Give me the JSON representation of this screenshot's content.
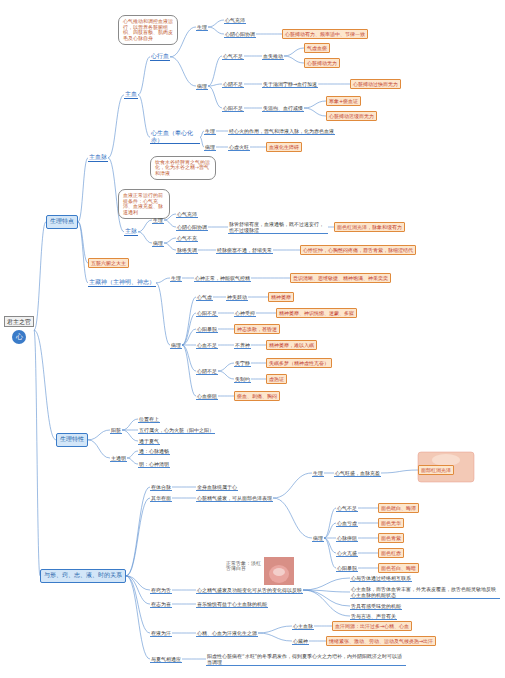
{
  "diagram": {
    "nodes": [
      {
        "text": [
          "君主之官",
          "心"
        ]
      },
      {
        "text": [
          "生理特点"
        ]
      },
      {
        "text": [
          "主血脉"
        ]
      },
      {
        "text": [
          "主血"
        ]
      },
      {
        "text": [
          "心气推动和调控血液运行，以营养各脏腑组织、四肢百骸、肌肉皮毛及心脉自身"
        ]
      },
      {
        "text": [
          "心行血"
        ]
      },
      {
        "text": [
          "生理"
        ]
      },
      {
        "text": [
          "心气充沛"
        ]
      },
      {
        "text": [
          "心阴心阳协调"
        ]
      },
      {
        "text": [
          "心脏搏动有力、频率适中、节律一致"
        ]
      },
      {
        "text": [
          "病理"
        ]
      },
      {
        "text": [
          "心气不足"
        ]
      },
      {
        "text": [
          "血失推动"
        ]
      },
      {
        "text": [
          "气虚血瘀"
        ]
      },
      {
        "text": [
          "心脏搏动无力"
        ]
      },
      {
        "text": [
          "心阴不足"
        ]
      },
      {
        "text": [
          "失于滋润宁静→血行加速"
        ]
      },
      {
        "text": [
          "心脏搏动过快而无力"
        ]
      },
      {
        "text": [
          "心阳不足"
        ]
      },
      {
        "text": [
          "失温煦、血行减慢"
        ]
      },
      {
        "text": [
          "寒象+瘀血证"
        ]
      },
      {
        "text": [
          "心脏搏动迟缓而无力"
        ]
      },
      {
        "text": [
          "心生血（奉心化赤）"
        ]
      },
      {
        "text": [
          "生理"
        ]
      },
      {
        "text": [
          "经心火的作用，营气和津液入脉，化为赤色血液"
        ]
      },
      {
        "text": [
          "病理"
        ]
      },
      {
        "text": [
          "心虚火旺"
        ]
      },
      {
        "text": [
          "血液化生障碍"
        ]
      },
      {
        "text": [
          "饮食水谷经脾胃之气的运化，化为水谷之精→营气和津液"
        ]
      },
      {
        "text": [
          "主脉"
        ]
      },
      {
        "text": [
          "血液正常运行的前提条件：心气充沛、血液充盈、脉道通利"
        ]
      },
      {
        "text": [
          "生理"
        ]
      },
      {
        "text": [
          "心气充沛"
        ]
      },
      {
        "text": [
          "心阴心阳协调"
        ]
      },
      {
        "text": [
          "脉管舒缩有度，血液通畅，既不过速妄行，也不过缓脉涩"
        ]
      },
      {
        "text": [
          "面色红润光泽，脉象和缓有力"
        ]
      },
      {
        "text": [
          "病理"
        ]
      },
      {
        "text": [
          "心气不充"
        ]
      },
      {
        "text": [
          "脉络失调"
        ]
      },
      {
        "text": [
          "经脉瘀塞不通，舒缩失常"
        ]
      },
      {
        "text": [
          "心悸怔忡，心胸憋闷疼痛，唇舌青紫，脉细涩结代"
        ]
      },
      {
        "text": [
          "五脏六腑之大主"
        ]
      },
      {
        "text": [
          "主藏神（主神明、神志）"
        ]
      },
      {
        "text": [
          "生理"
        ]
      },
      {
        "text": [
          "心神正常，神能驭气控精"
        ]
      },
      {
        "text": [
          "意识清晰、思维敏捷、精神饱满、神采奕奕"
        ]
      },
      {
        "text": [
          "病理"
        ]
      },
      {
        "text": [
          "心气虚"
        ]
      },
      {
        "text": [
          "神失鼓动"
        ]
      },
      {
        "text": [
          "精神萎靡"
        ]
      },
      {
        "text": [
          "心阳不足"
        ]
      },
      {
        "text": [
          "心神受抑"
        ]
      },
      {
        "text": [
          "精神萎靡、神识恍惚、迷蒙、多寐"
        ]
      },
      {
        "text": [
          "心阳暴脱"
        ]
      },
      {
        "text": [
          "神志涣散，甚昏迷"
        ]
      },
      {
        "text": [
          "心血不足"
        ]
      },
      {
        "text": [
          "不养神"
        ]
      },
      {
        "text": [
          "精神萎靡，难以入眠"
        ]
      },
      {
        "text": [
          "心阴不足"
        ]
      },
      {
        "text": [
          "失宁静"
        ]
      },
      {
        "text": [
          "失眠多梦（精神虚性亢奋）"
        ]
      },
      {
        "text": [
          "失制约"
        ]
      },
      {
        "text": [
          "虚热证"
        ]
      },
      {
        "text": [
          "心血瘀阻"
        ]
      },
      {
        "text": [
          "瘀血、刺痛、胸闷"
        ]
      },
      {
        "text": [
          "生理特性"
        ]
      },
      {
        "text": [
          "阳脏"
        ]
      },
      {
        "text": [
          "位置在上"
        ]
      },
      {
        "text": [
          "五行属火，心为火脏（阳中之阳）"
        ]
      },
      {
        "text": [
          "通于夏气"
        ]
      },
      {
        "text": [
          "主通明"
        ]
      },
      {
        "text": [
          "通：心脉通畅"
        ]
      },
      {
        "text": [
          "明：心神清明"
        ]
      },
      {
        "text": [
          "与形、窍、志、液、时的关系"
        ]
      },
      {
        "text": [
          "在体合脉"
        ]
      },
      {
        "text": [
          "全身血脉统属于心"
        ]
      },
      {
        "text": [
          "其华在面"
        ]
      },
      {
        "text": [
          "心脏精气盛衰，可从面部色泽表现"
        ]
      },
      {
        "text": [
          "生理"
        ]
      },
      {
        "text": [
          "心气旺盛，血脉充盈"
        ]
      },
      {
        "text": [
          "面部红润光泽"
        ]
      },
      {
        "text": [
          "病理"
        ]
      },
      {
        "text": [
          "心气不足"
        ]
      },
      {
        "text": [
          "面色㿠白、晦滞"
        ]
      },
      {
        "text": [
          "心血亏虚"
        ]
      },
      {
        "text": [
          "面色无华"
        ]
      },
      {
        "text": [
          "心脉痹阻"
        ]
      },
      {
        "text": [
          "面色青紫"
        ]
      },
      {
        "text": [
          "心火亢盛"
        ]
      },
      {
        "text": [
          "面色红赤"
        ]
      },
      {
        "text": [
          "心阳暴脱"
        ]
      },
      {
        "text": [
          "面色苍白、晦暗"
        ]
      },
      {
        "text": [
          "在窍为舌"
        ]
      },
      {
        "text": [
          "心之精气盛衰及功能变化可从舌的变化得以反映"
        ]
      },
      {
        "text": [
          "心与舌体通过经络相互联系"
        ]
      },
      {
        "text": [
          "心主血脉，而舌体血管丰富，外无表皮覆盖，故舌色能灵敏地反映心主血脉的机能状态"
        ]
      },
      {
        "text": [
          "舌具有感受味觉的机能"
        ]
      },
      {
        "text": [
          "舌与言语、声音有关"
        ]
      },
      {
        "text": [
          "在志为喜"
        ]
      },
      {
        "text": [
          "喜乐愉悦有益于心主血脉的机能"
        ]
      },
      {
        "text": [
          "在液为汗"
        ]
      },
      {
        "text": [
          "心精、心血为汗液化生之源"
        ]
      },
      {
        "text": [
          "心主血脉"
        ]
      },
      {
        "text": [
          "血汗同源：出汗过多→心精、心血"
        ]
      },
      {
        "text": [
          "心藏神"
        ]
      },
      {
        "text": [
          "情绪紧张、激动、劳动、运动及气候炎热→出汗"
        ]
      },
      {
        "text": [
          "与夏气相通应"
        ]
      },
      {
        "text": [
          "阳虚性心脏病在“水旺”的冬季易发作，得到夏季心火之力增补，内外阴阳既济之时可以适当调理"
        ]
      }
    ],
    "edges": [
      {
        "from": 0,
        "to": 1,
        "arrow": "none"
      },
      {
        "from": 1,
        "to": 2,
        "arrow": "none"
      },
      {
        "from": 2,
        "to": 3,
        "arrow": "none"
      },
      {
        "from": 3,
        "to": 5,
        "arrow": "none"
      },
      {
        "from": 5,
        "to": 6,
        "arrow": "none"
      },
      {
        "from": 6,
        "to": 7,
        "arrow": "none"
      },
      {
        "from": 6,
        "to": 8,
        "arrow": "none"
      },
      {
        "from": 8,
        "to": 9,
        "arrow": "none"
      },
      {
        "from": 5,
        "to": 10,
        "arrow": "none"
      },
      {
        "from": 10,
        "to": 11,
        "arrow": "none"
      },
      {
        "from": 11,
        "to": 12,
        "arrow": "none"
      },
      {
        "from": 12,
        "to": 13,
        "arrow": "none"
      },
      {
        "from": 12,
        "to": 14,
        "arrow": "none"
      },
      {
        "from": 10,
        "to": 15,
        "arrow": "none"
      },
      {
        "from": 15,
        "to": 16,
        "arrow": "none"
      },
      {
        "from": 16,
        "to": 17,
        "arrow": "none"
      },
      {
        "from": 10,
        "to": 18,
        "arrow": "none"
      },
      {
        "from": 18,
        "to": 19,
        "arrow": "none"
      },
      {
        "from": 19,
        "to": 20,
        "arrow": "none"
      },
      {
        "from": 19,
        "to": 21,
        "arrow": "none"
      },
      {
        "from": 3,
        "to": 22,
        "arrow": "none"
      },
      {
        "from": 22,
        "to": 23,
        "arrow": "none"
      },
      {
        "from": 23,
        "to": 24,
        "arrow": "none"
      },
      {
        "from": 22,
        "to": 25,
        "arrow": "none"
      },
      {
        "from": 25,
        "to": 26,
        "arrow": "none"
      },
      {
        "from": 26,
        "to": 27,
        "arrow": "none"
      },
      {
        "from": 2,
        "to": 29,
        "arrow": "none"
      },
      {
        "from": 29,
        "to": 31,
        "arrow": "none"
      },
      {
        "from": 31,
        "to": 32,
        "arrow": "none"
      },
      {
        "from": 31,
        "to": 33,
        "arrow": "none"
      },
      {
        "from": 33,
        "to": 34,
        "arrow": "none"
      },
      {
        "from": 34,
        "to": 35,
        "arrow": "none"
      },
      {
        "from": 29,
        "to": 36,
        "arrow": "none"
      },
      {
        "from": 36,
        "to": 37,
        "arrow": "none"
      },
      {
        "from": 36,
        "to": 38,
        "arrow": "none"
      },
      {
        "from": 38,
        "to": 39,
        "arrow": "none"
      },
      {
        "from": 39,
        "to": 40,
        "arrow": "none"
      },
      {
        "from": 1,
        "to": 41,
        "arrow": "none"
      },
      {
        "from": 1,
        "to": 42,
        "arrow": "none"
      },
      {
        "from": 42,
        "to": 43,
        "arrow": "none"
      },
      {
        "from": 43,
        "to": 44,
        "arrow": "none"
      },
      {
        "from": 44,
        "to": 45,
        "arrow": "none"
      },
      {
        "from": 42,
        "to": 46,
        "arrow": "none"
      },
      {
        "from": 46,
        "to": 47,
        "arrow": "none"
      },
      {
        "from": 47,
        "to": 48,
        "arrow": "none"
      },
      {
        "from": 48,
        "to": 49,
        "arrow": "none"
      },
      {
        "from": 46,
        "to": 50,
        "arrow": "none"
      },
      {
        "from": 50,
        "to": 51,
        "arrow": "none"
      },
      {
        "from": 51,
        "to": 52,
        "arrow": "none"
      },
      {
        "from": 46,
        "to": 53,
        "arrow": "none"
      },
      {
        "from": 53,
        "to": 54,
        "arrow": "none"
      },
      {
        "from": 46,
        "to": 55,
        "arrow": "none"
      },
      {
        "from": 55,
        "to": 56,
        "arrow": "none"
      },
      {
        "from": 56,
        "to": 57,
        "arrow": "none"
      },
      {
        "from": 46,
        "to": 58,
        "arrow": "none"
      },
      {
        "from": 58,
        "to": 59,
        "arrow": "none"
      },
      {
        "from": 59,
        "to": 60,
        "arrow": "none"
      },
      {
        "from": 58,
        "to": 61,
        "arrow": "none"
      },
      {
        "from": 61,
        "to": 62,
        "arrow": "none"
      },
      {
        "from": 46,
        "to": 63,
        "arrow": "none"
      },
      {
        "from": 63,
        "to": 64,
        "arrow": "none"
      },
      {
        "from": 0,
        "to": 65,
        "arrow": "none"
      },
      {
        "from": 65,
        "to": 66,
        "arrow": "none"
      },
      {
        "from": 66,
        "to": 67,
        "arrow": "none"
      },
      {
        "from": 66,
        "to": 68,
        "arrow": "none"
      },
      {
        "from": 66,
        "to": 69,
        "arrow": "none"
      },
      {
        "from": 65,
        "to": 70,
        "arrow": "none"
      },
      {
        "from": 70,
        "to": 71,
        "arrow": "none"
      },
      {
        "from": 70,
        "to": 72,
        "arrow": "none"
      },
      {
        "from": 0,
        "to": 73,
        "arrow": "none"
      },
      {
        "from": 73,
        "to": 74,
        "arrow": "none"
      },
      {
        "from": 74,
        "to": 75,
        "arrow": "none"
      },
      {
        "from": 73,
        "to": 76,
        "arrow": "none"
      },
      {
        "from": 76,
        "to": 77,
        "arrow": "none"
      },
      {
        "from": 77,
        "to": 78,
        "arrow": "none"
      },
      {
        "from": 78,
        "to": 79,
        "arrow": "none"
      },
      {
        "from": 79,
        "to": 80,
        "arrow": "none"
      },
      {
        "from": 77,
        "to": 81,
        "arrow": "none"
      },
      {
        "from": 81,
        "to": 82,
        "arrow": "none"
      },
      {
        "from": 82,
        "to": 83,
        "arrow": "none"
      },
      {
        "from": 81,
        "to": 84,
        "arrow": "none"
      },
      {
        "from": 84,
        "to": 85,
        "arrow": "none"
      },
      {
        "from": 81,
        "to": 86,
        "arrow": "none"
      },
      {
        "from": 86,
        "to": 87,
        "arrow": "none"
      },
      {
        "from": 81,
        "to": 88,
        "arrow": "none"
      },
      {
        "from": 88,
        "to": 89,
        "arrow": "none"
      },
      {
        "from": 81,
        "to": 90,
        "arrow": "none"
      },
      {
        "from": 90,
        "to": 91,
        "arrow": "none"
      },
      {
        "from": 73,
        "to": 92,
        "arrow": "none"
      },
      {
        "from": 92,
        "to": 93,
        "arrow": "none"
      },
      {
        "from": 93,
        "to": 94,
        "arrow": "none"
      },
      {
        "from": 93,
        "to": 95,
        "arrow": "none"
      },
      {
        "from": 93,
        "to": 96,
        "arrow": "none"
      },
      {
        "from": 93,
        "to": 97,
        "arrow": "none"
      },
      {
        "from": 73,
        "to": 98,
        "arrow": "none"
      },
      {
        "from": 98,
        "to": 99,
        "arrow": "none"
      },
      {
        "from": 73,
        "to": 100,
        "arrow": "none"
      },
      {
        "from": 100,
        "to": 101,
        "arrow": "none"
      },
      {
        "from": 101,
        "to": 102,
        "arrow": "none"
      },
      {
        "from": 102,
        "to": 103,
        "arrow": "none"
      },
      {
        "from": 101,
        "to": 104,
        "arrow": "none"
      },
      {
        "from": 104,
        "to": 105,
        "arrow": "none"
      },
      {
        "from": 73,
        "to": 106,
        "arrow": "none"
      },
      {
        "from": 106,
        "to": 107,
        "arrow": "none"
      }
    ],
    "labels": [
      "正常舌象：淡红舌薄白苔"
    ]
  }
}
